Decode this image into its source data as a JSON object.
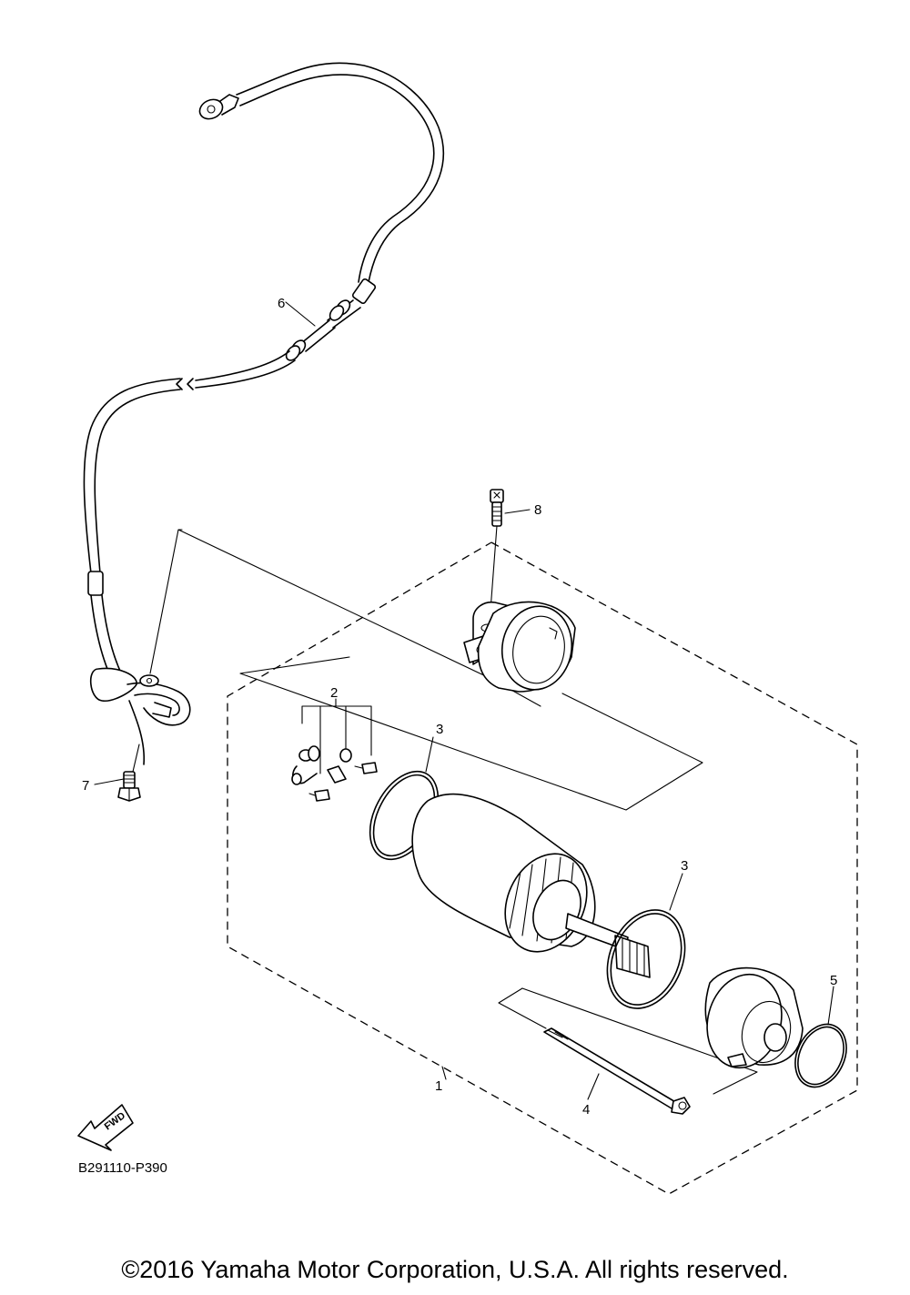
{
  "diagram": {
    "callouts": [
      {
        "id": "c1",
        "text": "1"
      },
      {
        "id": "c2",
        "text": "2"
      },
      {
        "id": "c3a",
        "text": "3"
      },
      {
        "id": "c3b",
        "text": "3"
      },
      {
        "id": "c4",
        "text": "4"
      },
      {
        "id": "c5",
        "text": "5"
      },
      {
        "id": "c6",
        "text": "6"
      },
      {
        "id": "c7",
        "text": "7"
      },
      {
        "id": "c8",
        "text": "8"
      }
    ],
    "fwd_label": "FWD",
    "diagram_code": "B291110-P390"
  },
  "footer": {
    "copyright": "©2016 Yamaha Motor Corporation, U.S.A. All rights reserved."
  }
}
